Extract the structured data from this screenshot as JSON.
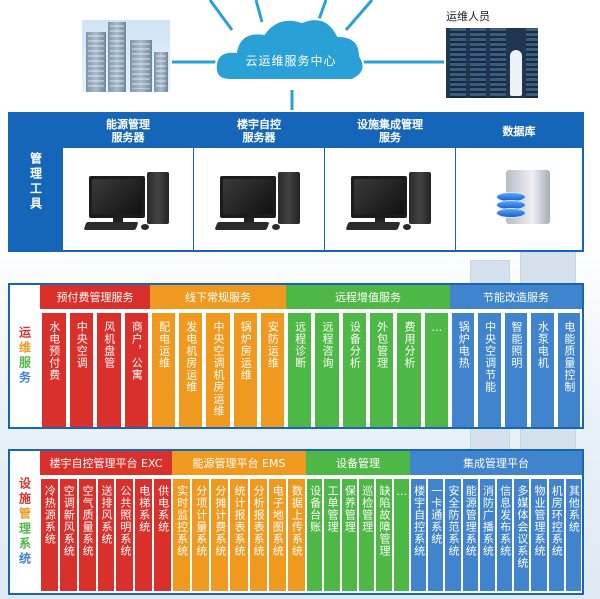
{
  "top": {
    "cloud_label": "云运维服务中心",
    "staff_label": "运维人员"
  },
  "servers": {
    "side_label": "管理工具",
    "columns": [
      {
        "title": "能源管理\n服务器",
        "icon": "desktop-pc-icon"
      },
      {
        "title": "楼宇自控\n服务器",
        "icon": "desktop-pc-icon"
      },
      {
        "title": "设施集成管理\n服务",
        "icon": "desktop-pc-icon"
      },
      {
        "title": "数据库",
        "icon": "database-server-icon"
      }
    ]
  },
  "ops": {
    "side_label": "运维服务",
    "groups": [
      {
        "title": "预付费管理服务",
        "color": "#d9302c",
        "items": [
          "水电预付费",
          "中央空调",
          "风机盘管",
          "商户，公寓"
        ]
      },
      {
        "title": "线下常规服务",
        "color": "#ef9a1f",
        "items": [
          "配电运维",
          "发电机房运维",
          "中央空调机房运维",
          "锅炉房运维",
          "安防运维"
        ]
      },
      {
        "title": "远程增值服务",
        "color": "#4db845",
        "items": [
          "远程诊断",
          "远程咨询",
          "设备分析",
          "外包管理",
          "费用分析",
          "…"
        ]
      },
      {
        "title": "节能改造服务",
        "color": "#3f84cc",
        "items": [
          "锅炉电热",
          "中央空调节能",
          "智能照明",
          "水泵电机",
          "电能质量控制"
        ]
      }
    ]
  },
  "equipment": {
    "side_label": "设施管理系统",
    "groups": [
      {
        "title": "楼宇自控管理平台 EXC",
        "color": "#d9302c",
        "items": [
          "冷热源系统",
          "空调新风系统",
          "空气质量系统",
          "送排风系统",
          "公共照明系统",
          "电梯系统",
          "供电系统"
        ]
      },
      {
        "title": "能源管理平台 EMS",
        "color": "#ef9a1f",
        "items": [
          "实时监控系统",
          "分项计量系统",
          "分摊计费系统",
          "统计报表系统",
          "分析报表系统",
          "电子地图系统",
          "数据上传系统"
        ]
      },
      {
        "title": "设备管理",
        "color": "#4db845",
        "items": [
          "设备台账",
          "工单管理",
          "保养管理",
          "巡检管理",
          "缺陷故障管理",
          "…"
        ]
      },
      {
        "title": "集成管理平台",
        "color": "#3f84cc",
        "items": [
          "楼宇自控系统",
          "一卡通系统",
          "安全防范系统",
          "能源管理系统",
          "消防广播系统",
          "信息发布系统",
          "多媒体会议系统",
          "物业管理系统",
          "机房环控系统",
          "其他系统"
        ]
      }
    ]
  }
}
